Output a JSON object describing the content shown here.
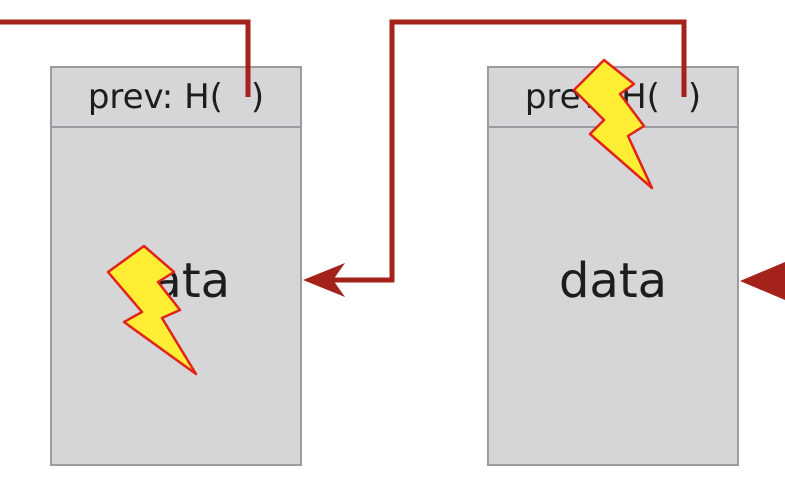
{
  "blocks": [
    {
      "header_prefix": "prev: H(",
      "header_suffix": ")",
      "body": "data"
    },
    {
      "header_prefix": "prev: H(",
      "header_suffix": ")",
      "body": "data"
    }
  ],
  "colors": {
    "pointer": "#a3231b",
    "block_fill": "#d6d5d7",
    "block_border": "#9d9b9f",
    "lightning_fill": "#ffee33",
    "lightning_stroke": "#e2231a"
  },
  "icons": [
    "lightning-bolt-icon"
  ]
}
